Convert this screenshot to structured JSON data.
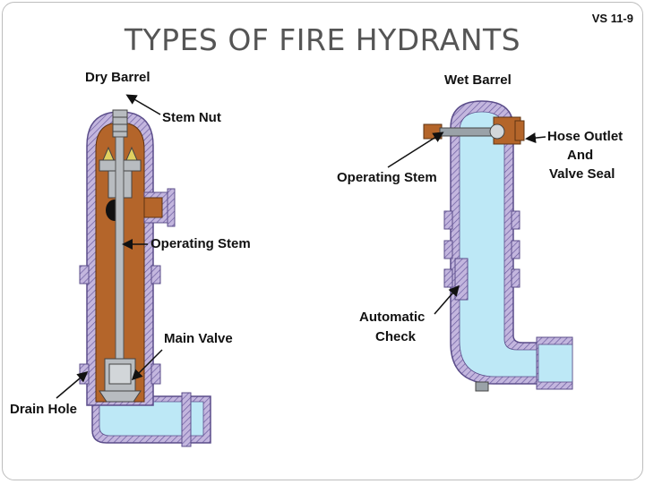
{
  "slide_id": "VS 11-9",
  "title": "TYPES OF FIRE HYDRANTS",
  "dry_barrel": {
    "heading": "Dry Barrel",
    "labels": {
      "stem_nut": "Stem Nut",
      "operating_stem": "Operating Stem",
      "main_valve": "Main Valve",
      "drain_hole": "Drain Hole"
    }
  },
  "wet_barrel": {
    "heading": "Wet Barrel",
    "labels": {
      "operating_stem": "Operating Stem",
      "hose_outlet_line1": "Hose Outlet",
      "hose_outlet_line2": "And",
      "hose_outlet_line3": "Valve Seal",
      "automatic_line1": "Automatic",
      "automatic_line2": "Check"
    }
  },
  "colors": {
    "water": "#bde8f6",
    "water_dark": "#9fd3ea",
    "casing": "#b7a7d6",
    "casing_edge": "#5b4d8a",
    "brass": "#b4652a",
    "stem": "#b8bcc0"
  }
}
